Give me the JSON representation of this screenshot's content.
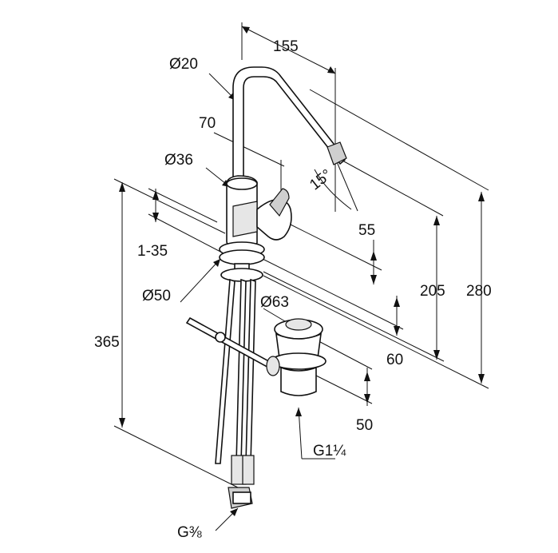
{
  "dimensions": {
    "spout_reach": "155",
    "spout_diameter": "Ø20",
    "lever_height": "70",
    "body_diameter": "Ø36",
    "spout_angle": "15°",
    "height_55": "55",
    "deck_thickness": "1-35",
    "base_diameter": "Ø50",
    "waste_diameter": "Ø63",
    "total_height": "365",
    "height_205": "205",
    "height_280": "280",
    "height_60": "60",
    "waste_50": "50",
    "waste_thread": "G1¼",
    "supply_thread": "G⅜"
  }
}
